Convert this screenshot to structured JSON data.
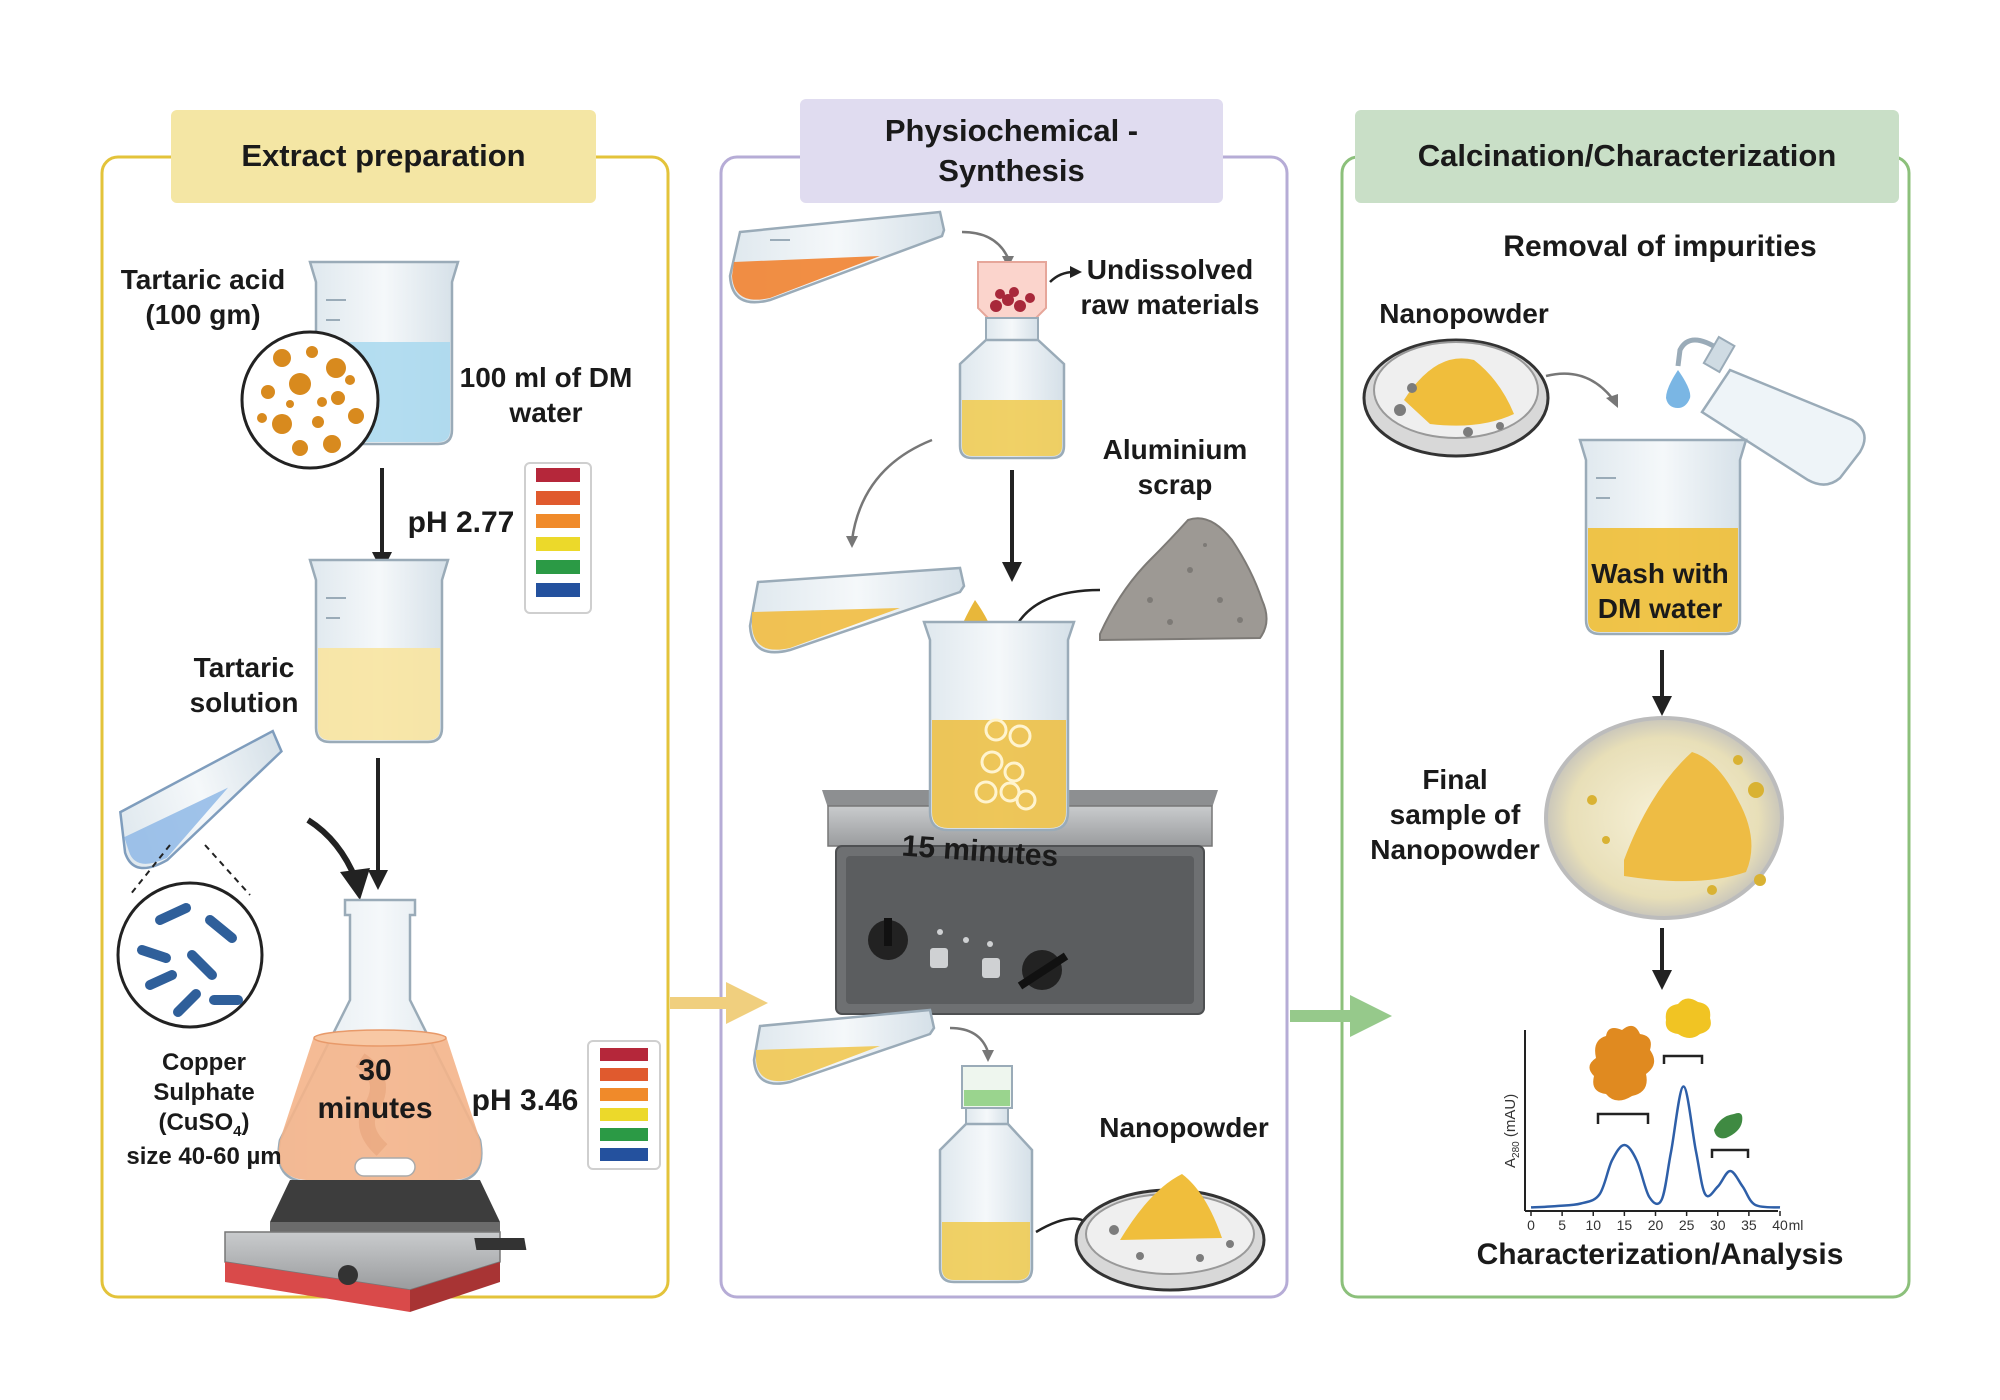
{
  "panels": {
    "extract": {
      "title": "Extract preparation",
      "border": "#e3c33a",
      "fill": "#f4e6a4"
    },
    "synthesis": {
      "title_line1": "Physiochemical -",
      "title_line2": "Synthesis",
      "border": "#b6acd6",
      "fill": "#e0dcf0"
    },
    "calcination": {
      "title": "Calcination/Characterization",
      "border": "#8cc07b",
      "fill": "#c9dfc7"
    }
  },
  "extract": {
    "tartaric_acid_line1": "Tartaric acid",
    "tartaric_acid_line2": "(100 gm)",
    "dm_water_line1": "100 ml of DM",
    "dm_water_line2": "water",
    "ph1": "pH 2.77",
    "tartaric_solution_line1": "Tartaric",
    "tartaric_solution_line2": "solution",
    "copper_line1": "Copper",
    "copper_line2": "Sulphate",
    "copper_formula_prefix": "(CuSO",
    "copper_formula_sub": "4",
    "copper_formula_suffix": ")",
    "copper_line4": "size 40-60 µm",
    "time_line1": "30",
    "time_line2": "minutes",
    "ph2": "pH 3.46"
  },
  "synthesis": {
    "undissolved_line1": "Undissolved",
    "undissolved_line2": "raw materials",
    "aluminium_line1": "Aluminium",
    "aluminium_line2": "scrap",
    "time": "15 minutes",
    "nanopowder": "Nanopowder"
  },
  "calcination": {
    "removal": "Removal of impurities",
    "nanopowder": "Nanopowder",
    "wash_line1": "Wash with",
    "wash_line2": "DM water",
    "final_line1": "Final",
    "final_line2": "sample of",
    "final_line3": "Nanopowder",
    "analysis": "Characterization/Analysis"
  },
  "chart_data": {
    "type": "line",
    "ylabel_prefix": "A",
    "ylabel_sub": "280",
    "ylabel_suffix": " (mAU)",
    "x_unit": "ml",
    "x_ticks": [
      "0",
      "5",
      "10",
      "15",
      "20",
      "25",
      "30",
      "35",
      "40"
    ],
    "xlim": [
      0,
      40
    ],
    "ylim": [
      0,
      100
    ],
    "x": [
      0,
      4,
      8,
      11,
      13,
      15,
      17,
      19,
      21,
      22.5,
      24.5,
      26.5,
      28,
      30,
      32,
      34,
      36,
      40
    ],
    "y": [
      2,
      3,
      5,
      12,
      38,
      50,
      38,
      10,
      8,
      45,
      95,
      45,
      12,
      18,
      30,
      18,
      4,
      2
    ],
    "color": "#2e5fa8"
  },
  "ph_strip_colors": [
    "#b5273a",
    "#e05a2e",
    "#f08a2a",
    "#ecd92a",
    "#2b9a45",
    "#24519e"
  ],
  "arrow_colors": {
    "black": "#222222",
    "yellow": "#f0cf7e",
    "green": "#96c98b",
    "gray": "#777777"
  }
}
